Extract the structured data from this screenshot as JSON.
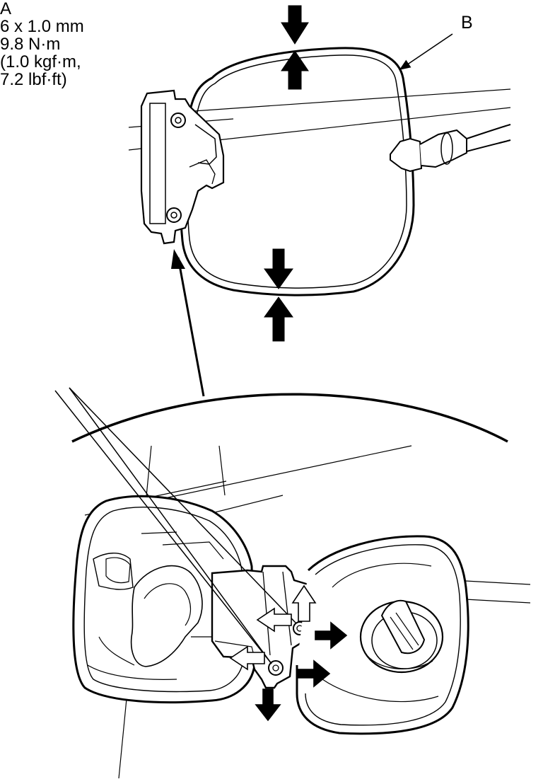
{
  "callouts": {
    "a": {
      "letter": "A",
      "bolt_size": "6 x 1.0 mm",
      "torque_nm": "9.8 N·m",
      "torque_kgfm": "(1.0 kgf·m,",
      "torque_lbfft": "7.2 lbf·ft)"
    },
    "b": {
      "letter": "B"
    }
  },
  "colors": {
    "ink": "#000000",
    "paper": "#ffffff"
  }
}
